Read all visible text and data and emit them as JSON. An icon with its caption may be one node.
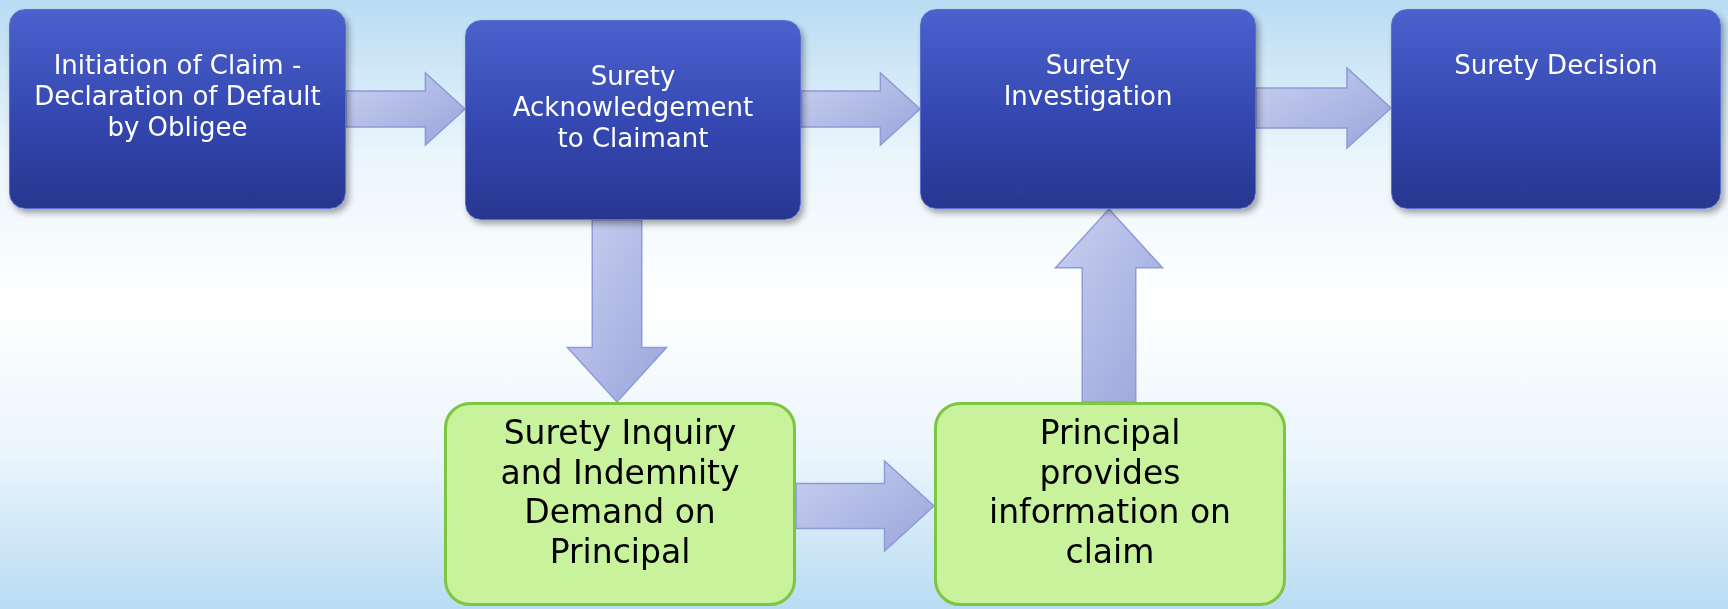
{
  "diagram": {
    "nodes": [
      {
        "text": [
          "Initiation of Claim - Declaration of Default by Obligee"
        ]
      },
      {
        "text": [
          "Surety Acknowledgement to Claimant"
        ]
      },
      {
        "text": [
          "Surety Investigation"
        ]
      },
      {
        "text": [
          "Surety Decision"
        ]
      },
      {
        "text": [
          "Surety Inquiry and Indemnity Demand on Principal"
        ]
      },
      {
        "text": [
          "Principal provides information on claim"
        ]
      }
    ],
    "edges": [
      {
        "from": 0,
        "to": 1,
        "arrow": "to"
      },
      {
        "from": 1,
        "to": 2,
        "arrow": "to"
      },
      {
        "from": 2,
        "to": 3,
        "arrow": "to"
      },
      {
        "from": 1,
        "to": 4,
        "arrow": "to"
      },
      {
        "from": 4,
        "to": 5,
        "arrow": "to"
      },
      {
        "from": 5,
        "to": 2,
        "arrow": "to"
      }
    ]
  }
}
